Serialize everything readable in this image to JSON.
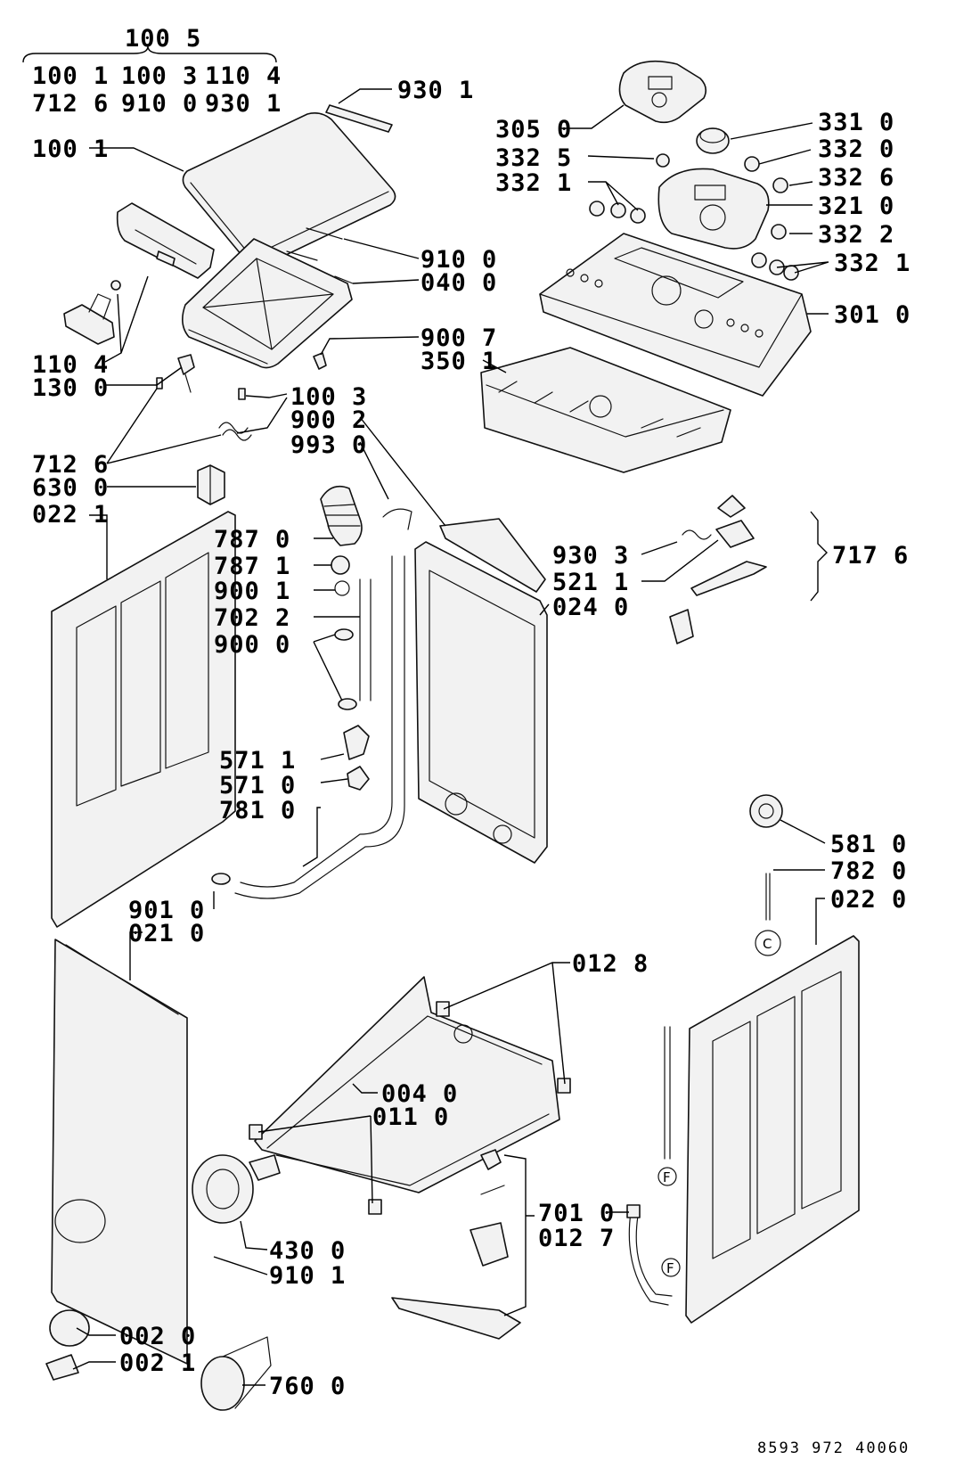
{
  "labels": {
    "l_100_5": "100 5",
    "g_100_1": "100 1",
    "g_100_3": "100 3",
    "g_110_4": "110 4",
    "g_712_6": "712 6",
    "g_910_0": "910 0",
    "g_930_1": "930 1",
    "l_930_1": "930 1",
    "l_100_1": "100 1",
    "l_305_0": "305 0",
    "l_331_0": "331 0",
    "l_332_5": "332 5",
    "l_332_0": "332 0",
    "l_332_1a": "332 1",
    "l_332_6": "332 6",
    "l_321_0": "321 0",
    "l_332_2": "332 2",
    "l_332_1b": "332 1",
    "l_301_0": "301 0",
    "l_910_0": "910 0",
    "l_040_0": "040 0",
    "l_900_7": "900 7",
    "l_350_1": "350 1",
    "l_110_4": "110 4",
    "l_130_0": "130 0",
    "l_100_3": "100 3",
    "l_900_2": "900 2",
    "l_993_0": "993 0",
    "l_712_6": "712 6",
    "l_630_0": "630 0",
    "l_022_1": "022 1",
    "l_787_0": "787 0",
    "l_787_1": "787 1",
    "l_900_1": "900 1",
    "l_702_2": "702 2",
    "l_900_0": "900 0",
    "l_930_3": "930 3",
    "l_521_1": "521 1",
    "l_024_0": "024 0",
    "l_717_6": "717 6",
    "l_571_1": "571 1",
    "l_571_0": "571 0",
    "l_781_0": "781 0",
    "l_581_0": "581 0",
    "l_782_0": "782 0",
    "l_022_0": "022 0",
    "l_901_0": "901 0",
    "l_021_0": "021 0",
    "l_012_8": "012 8",
    "l_004_0": "004 0",
    "l_011_0": "011 0",
    "l_701_0": "701 0",
    "l_012_7": "012 7",
    "l_430_0": "430 0",
    "l_910_1": "910 1",
    "l_002_0": "002 0",
    "l_002_1": "002 1",
    "l_760_0": "760 0"
  },
  "marks": {
    "c": "C",
    "f1": "F",
    "f2": "F"
  },
  "footer": {
    "drawing_number": "8593 972 40060"
  }
}
